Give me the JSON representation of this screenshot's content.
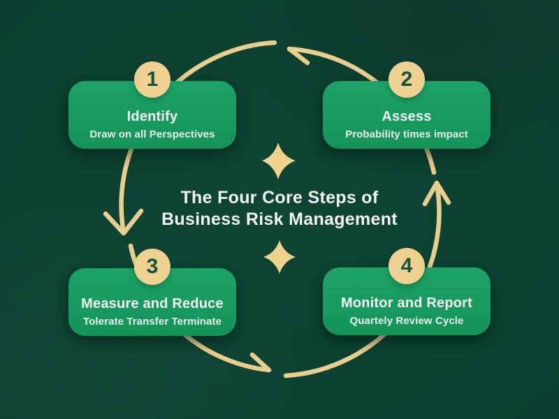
{
  "title": {
    "line1": "The Four Core Steps of",
    "line2": "Business Risk Management"
  },
  "steps": [
    {
      "number": "1",
      "label": "Identify",
      "sublabel": "Draw on all Perspectives",
      "position": "top-left"
    },
    {
      "number": "2",
      "label": "Assess",
      "sublabel": "Probability times impact",
      "position": "top-right"
    },
    {
      "number": "3",
      "label": "Measure and Reduce",
      "sublabel": "Tolerate Transfer Terminate",
      "position": "bottom-left"
    },
    {
      "number": "4",
      "label": "Monitor and Report",
      "sublabel": "Quartely Review Cycle",
      "position": "bottom-right"
    }
  ],
  "cycle": {
    "direction": "counterclockwise",
    "arrow_color": "#e9cf8f"
  },
  "icons": {
    "sparkle_top": "four-point-star",
    "sparkle_bottom": "four-point-star"
  },
  "colors": {
    "background": "#0d4133",
    "card": "#189a60",
    "badge": "#eed190",
    "badge_text": "#15543c",
    "gold": "#e9cf8f",
    "text": "#f4f7f3"
  }
}
